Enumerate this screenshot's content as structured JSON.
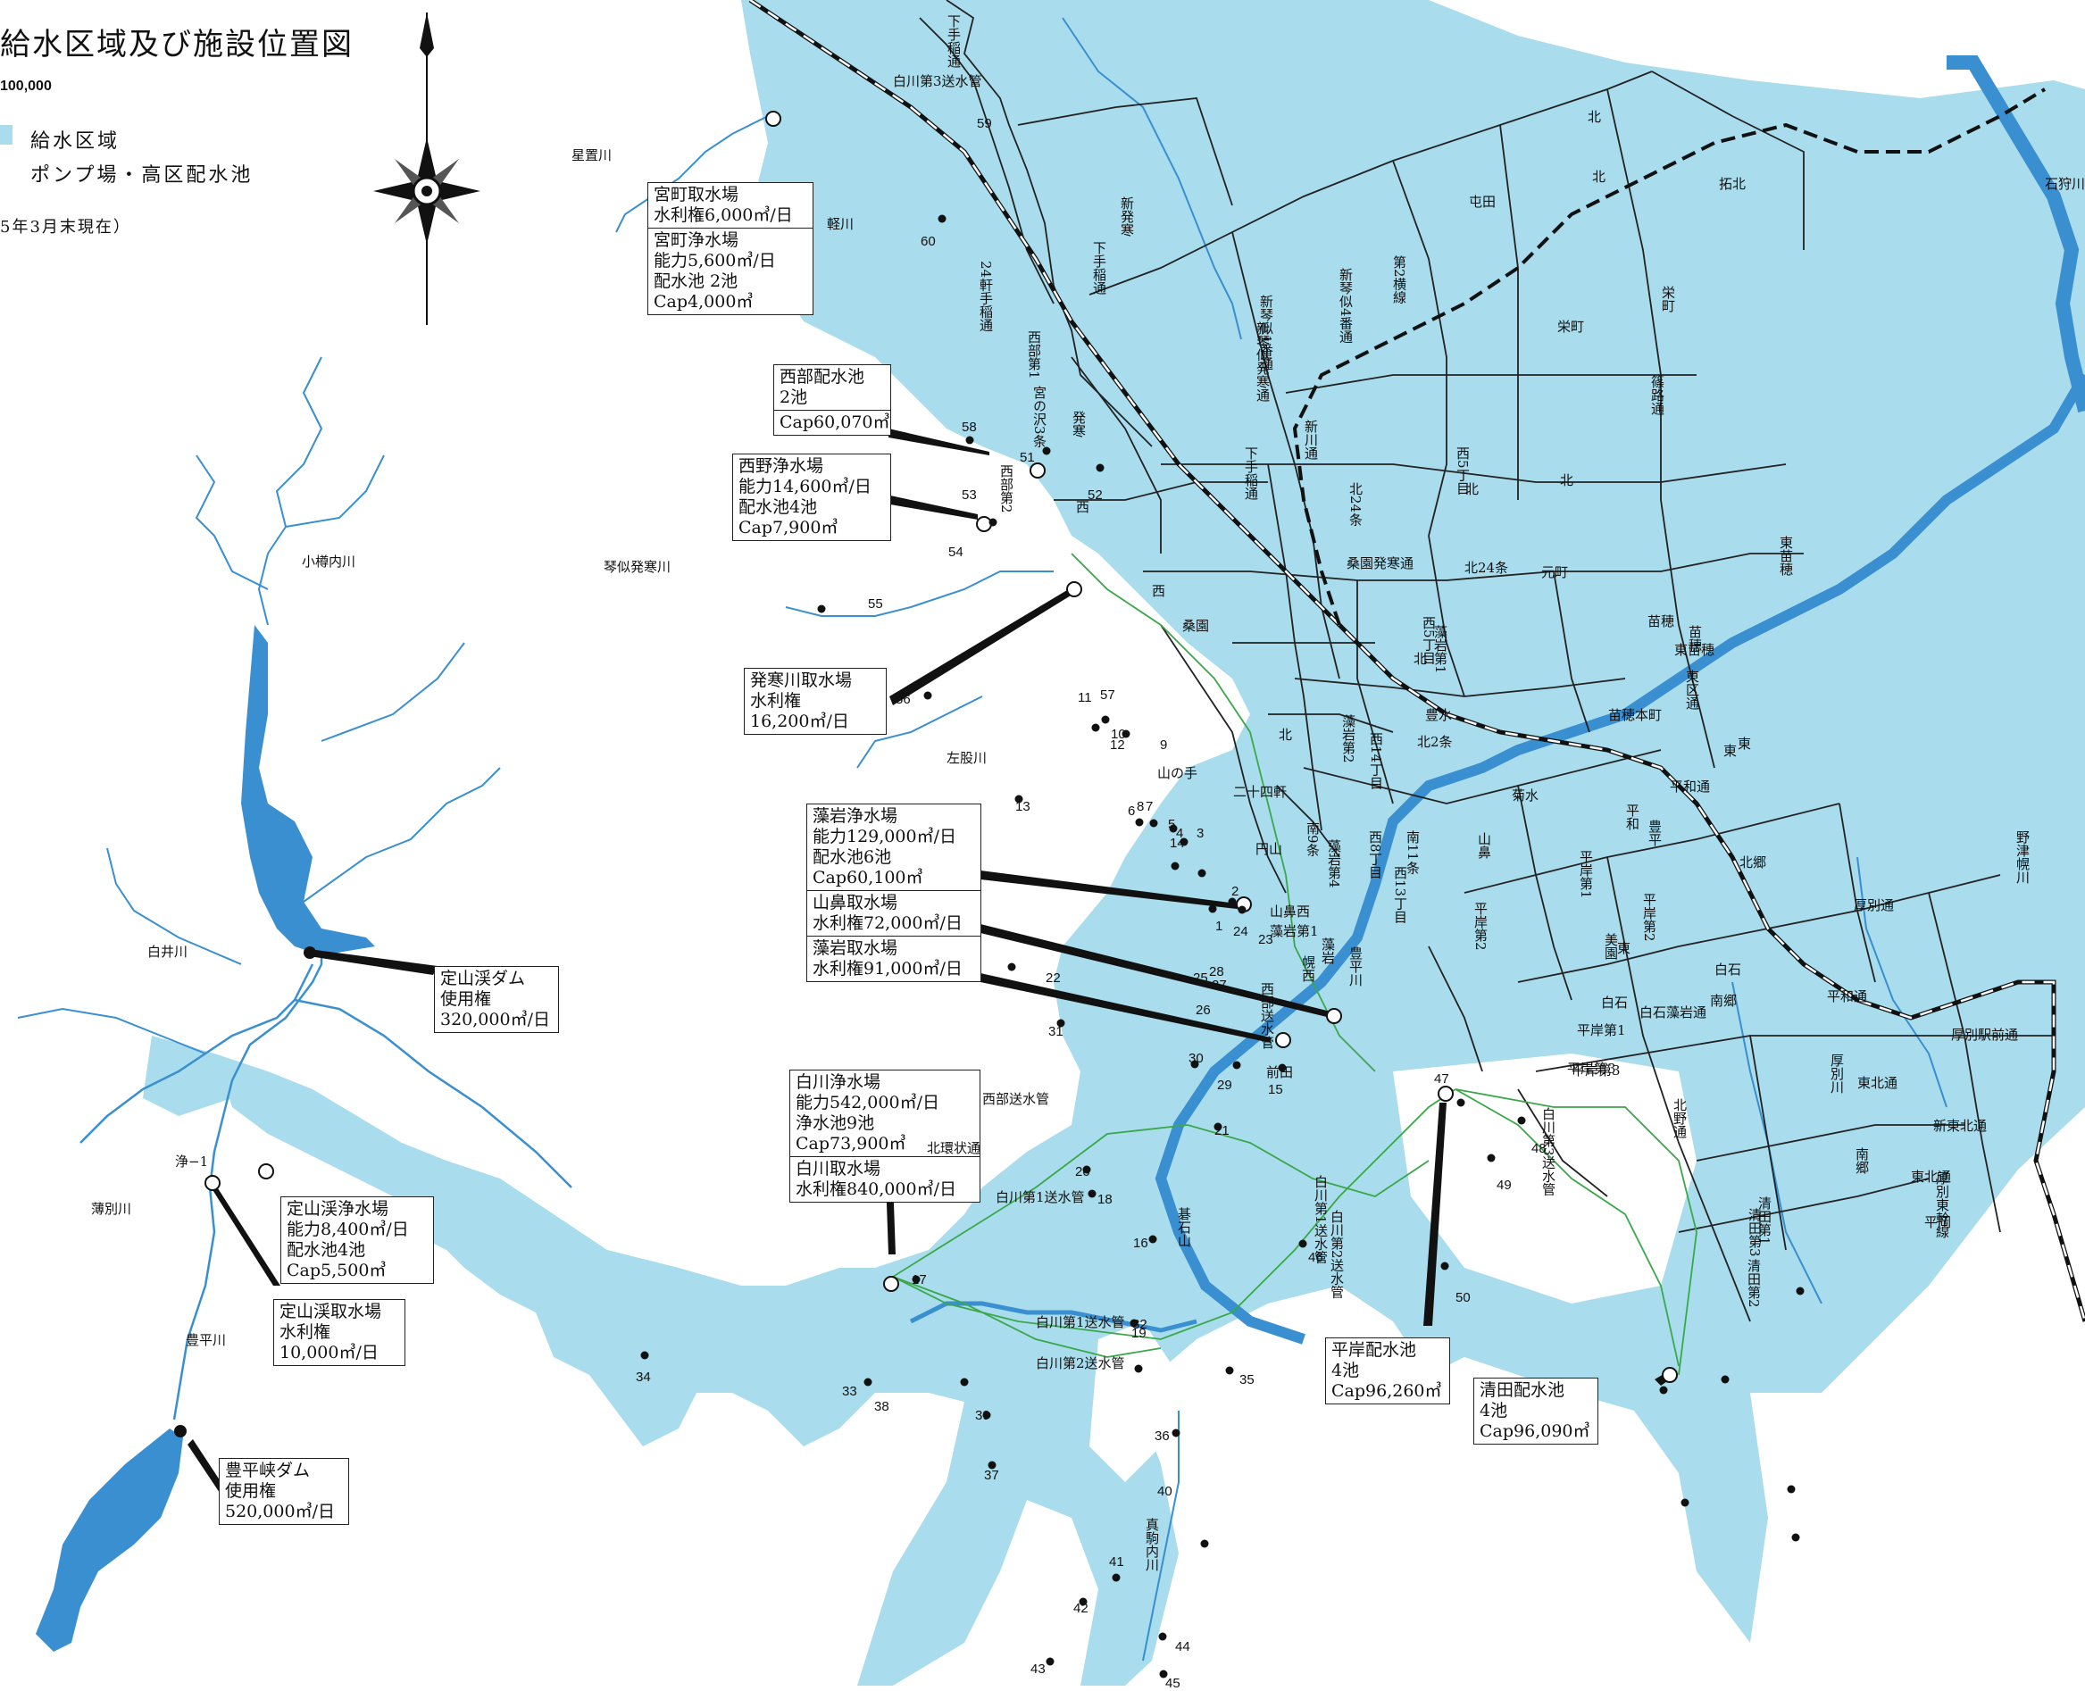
{
  "header": {
    "title": "給水区域及び施設位置図",
    "scale": "100,000",
    "legend_area": "給水区域",
    "legend_pump": "ポンプ場・高区配水池",
    "as_of": "5年3月末現在）"
  },
  "colors": {
    "water_area": "#a9dcec",
    "river": "#3a8fd0",
    "railway": "#111111",
    "pipe": "#3aa84a",
    "boundary": "#222222"
  },
  "facility_boxes": [
    {
      "key": "miyamachi",
      "lines": [
        "宮町取水場",
        "水利権6,000㎥/日",
        "|",
        "宮町浄水場",
        "能力5,600㎥/日",
        "配水池 2池",
        "Cap4,000㎥"
      ]
    },
    {
      "key": "seibu",
      "lines": [
        "西部配水池",
        "2池",
        "|",
        "Cap60,070㎥"
      ]
    },
    {
      "key": "nishino",
      "lines": [
        "西野浄水場",
        "能力14,600㎥/日",
        "配水池4池",
        "Cap7,900㎥"
      ]
    },
    {
      "key": "hassamu",
      "lines": [
        "発寒川取水場",
        "水利権",
        "16,200㎥/日"
      ]
    },
    {
      "key": "moiwa",
      "lines": [
        "藻岩浄水場",
        "能力129,000㎥/日",
        "配水池6池",
        "Cap60,100㎥",
        "|",
        "山鼻取水場",
        "水利権72,000㎥/日",
        "|",
        "藻岩取水場",
        "水利権91,000㎥/日"
      ]
    },
    {
      "key": "jozankei_dam",
      "lines": [
        "定山渓ダム",
        "使用権",
        "320,000㎥/日"
      ]
    },
    {
      "key": "shiroishi",
      "lines": [
        "白川浄水場",
        "能力542,000㎥/日",
        "浄水池9池",
        "Cap73,900㎥",
        "|",
        "白川取水場",
        "水利権840,000㎥/日"
      ]
    },
    {
      "key": "jozankei_jo",
      "lines": [
        "定山渓浄水場",
        "能力8,400㎥/日",
        "配水池4池",
        "Cap5,500㎥"
      ]
    },
    {
      "key": "jozankei_tori",
      "lines": [
        "定山渓取水場",
        "水利権",
        "10,000㎥/日"
      ]
    },
    {
      "key": "hoheikyo",
      "lines": [
        "豊平峡ダム",
        "使用権",
        "520,000㎥/日"
      ]
    },
    {
      "key": "hiragishi",
      "lines": [
        "平岸配水池",
        "4池",
        "Cap96,260㎥"
      ]
    },
    {
      "key": "kiyota",
      "lines": [
        "清田配水池",
        "4池",
        "Cap96,090㎥"
      ]
    }
  ],
  "place_labels": {
    "h": [
      "星置川",
      "軽川",
      "小樽内川",
      "琴似発寒川",
      "左股川",
      "白井川",
      "薄別川",
      "豊平川",
      "浄−1",
      "石狩川",
      "北",
      "拓北",
      "屯田",
      "北24条",
      "元町",
      "栄町",
      "苗穂",
      "東苗穂",
      "苗穂本町",
      "北2条",
      "豊水",
      "菊水",
      "平和通",
      "東",
      "北郷",
      "厚別通",
      "平和通",
      "南郷",
      "白石",
      "白石藻岩通",
      "平岸第3",
      "平岸第1",
      "白石",
      "平岸第3",
      "東北通",
      "新東北通",
      "厚別駅前通",
      "平岡",
      "東北通",
      "山鼻西",
      "藻岩第1",
      "円山",
      "山の手",
      "二十四軒",
      "西",
      "桑園",
      "桑園発寒通",
      "北環状通",
      "前田",
      "西部送水管",
      "白川第1送水管",
      "白川第2送水管",
      "白川第1送水管",
      "白川第3送水管",
      "藻岩第1",
      "平岸第3"
    ],
    "v": [
      "下手稲通",
      "新発寒",
      "下手稲通",
      "24軒手稲通",
      "西部第1",
      "宮の沢3条",
      "発寒",
      "西部第2",
      "西",
      "新琴似1番通",
      "新琴似4番通",
      "第2横線",
      "新琴似発寒通",
      "新川通",
      "下手稲通",
      "北24条",
      "西5丁目",
      "北",
      "北",
      "栄町",
      "篠路通",
      "東苗穂",
      "苗穂",
      "藻岩第1",
      "西5丁目",
      "北",
      "北",
      "藻岩第4",
      "藻岩第2",
      "西14丁目",
      "南9条",
      "西8丁目",
      "西13丁目",
      "南11条",
      "幌西",
      "山鼻",
      "平岸第1",
      "平岸第2",
      "豊平",
      "東",
      "平岸第2",
      "美園",
      "北野通",
      "厚別川",
      "清田第1",
      "清田第2",
      "厚別東幹線",
      "南郷",
      "野津幌川",
      "西部送水管",
      "白川第2送水管",
      "白川第3送水管",
      "白川第1送水管",
      "真駒内川",
      "清田第3",
      "東",
      "北",
      "豊平川",
      "藻岩",
      "平和",
      "東区通",
      "碁石山"
    ]
  },
  "numbers": [
    "59",
    "60",
    "58",
    "51",
    "52",
    "53",
    "54",
    "55",
    "56",
    "57",
    "11",
    "10",
    "12",
    "9",
    "13",
    "8",
    "7",
    "6",
    "4",
    "5",
    "14",
    "3",
    "2",
    "1",
    "24",
    "23",
    "28",
    "27",
    "25",
    "26",
    "22",
    "31",
    "30",
    "29",
    "15",
    "21",
    "20",
    "18",
    "16",
    "19",
    "17",
    "32",
    "34",
    "33",
    "38",
    "39",
    "37",
    "35",
    "36",
    "40",
    "41",
    "42",
    "43",
    "44",
    "45",
    "46",
    "47",
    "48",
    "49",
    "50"
  ]
}
